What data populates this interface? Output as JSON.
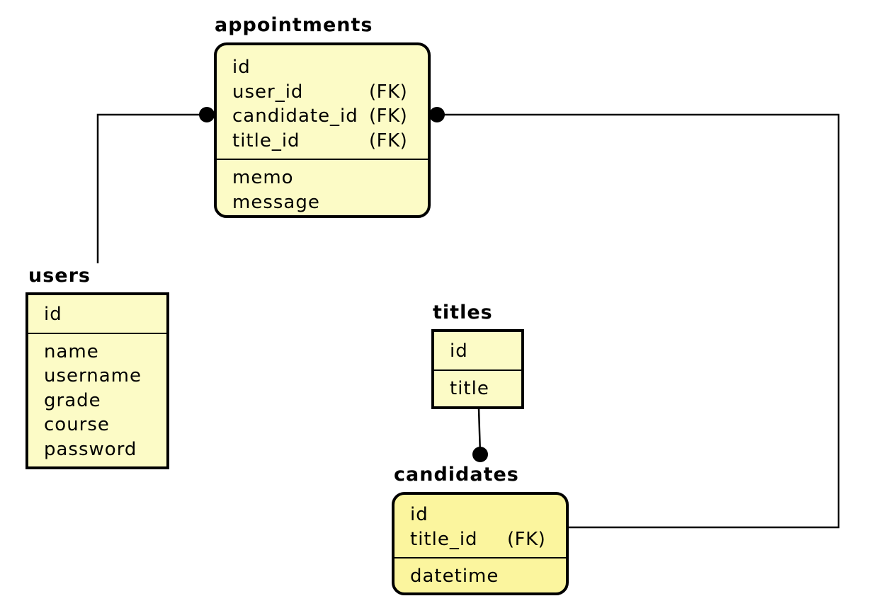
{
  "entities": {
    "appointments": {
      "name": "appointments",
      "keys": [
        {
          "name": "id",
          "fk": ""
        },
        {
          "name": "user_id",
          "fk": "(FK)"
        },
        {
          "name": "candidate_id",
          "fk": "(FK)"
        },
        {
          "name": "title_id",
          "fk": "(FK)"
        }
      ],
      "attributes": [
        "memo",
        "message"
      ]
    },
    "users": {
      "name": "users",
      "keys": [
        {
          "name": "id",
          "fk": ""
        }
      ],
      "attributes": [
        "name",
        "username",
        "grade",
        "course",
        "password"
      ]
    },
    "titles": {
      "name": "titles",
      "keys": [
        {
          "name": "id",
          "fk": ""
        }
      ],
      "attributes": [
        "title"
      ]
    },
    "candidates": {
      "name": "candidates",
      "keys": [
        {
          "name": "id",
          "fk": ""
        },
        {
          "name": "title_id",
          "fk": "(FK)"
        }
      ],
      "attributes": [
        "datetime"
      ]
    }
  },
  "colors": {
    "independent_fill": "#fcfbc6",
    "dependent_fill": "#fbf59e",
    "line": "#000000"
  }
}
